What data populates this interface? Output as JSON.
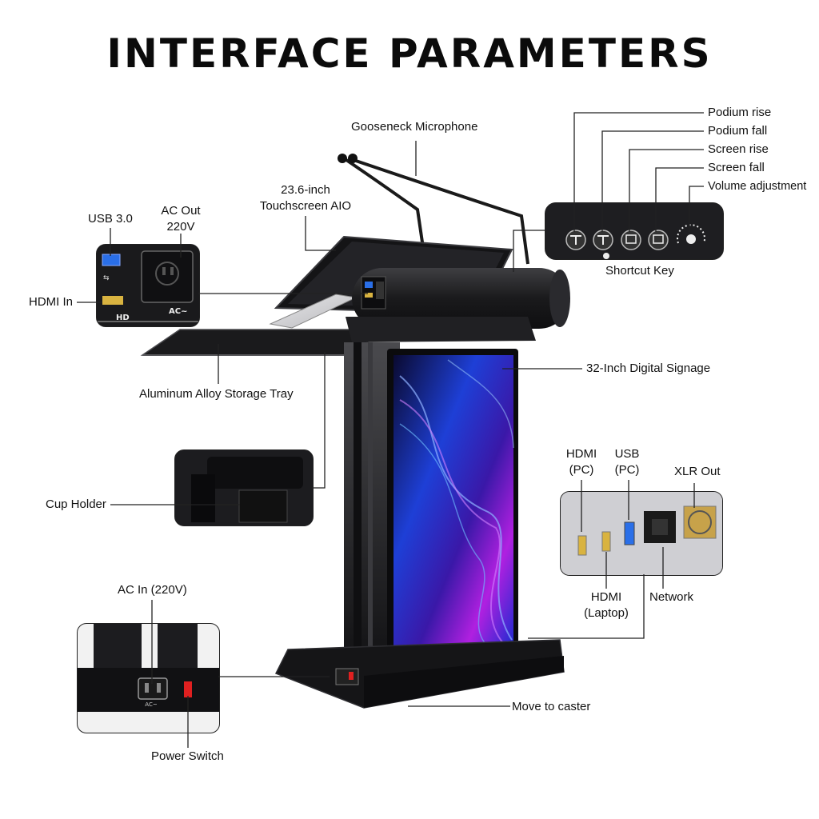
{
  "title": "INTERFACE PARAMETERS",
  "labels": {
    "gooseneck_microphone": "Gooseneck Microphone",
    "touchscreen_aio": "23.6-inch Touchscreen AIO",
    "usb_30": "USB 3.0",
    "ac_out": "AC Out 220V",
    "hdmi_in": "HDMI In",
    "storage_tray": "Aluminum Alloy Storage Tray",
    "cup_holder": "Cup Holder",
    "digital_signage": "32-Inch Digital Signage",
    "ac_in": "AC In (220V)",
    "power_switch": "Power Switch",
    "move_to_caster": "Move to caster",
    "shortcut_key": "Shortcut Key",
    "hdmi_pc": "HDMI (PC)",
    "usb_pc": "USB (PC)",
    "xlr_out": "XLR Out",
    "hdmi_laptop": "HDMI (Laptop)",
    "network": "Network"
  },
  "shortcut_keys": [
    "Podium rise",
    "Podium fall",
    "Screen rise",
    "Screen fall",
    "Volume adjustment"
  ],
  "panel_marks": {
    "hd": "HD",
    "ac": "AC~",
    "ac_small": "AC~"
  },
  "colors": {
    "podium": "#1b1b1d",
    "podium_edge": "#3a3a3e",
    "screen_blue": "#1e3fd6",
    "screen_purple": "#b020e0",
    "hdmi_gold": "#d9b340",
    "usb_blue": "#2a6fe8",
    "xlr_gold": "#c7a24a",
    "switch_red": "#e02020"
  }
}
